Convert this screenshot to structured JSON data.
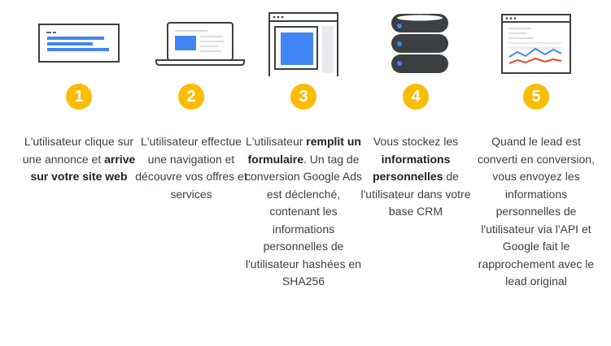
{
  "steps": [
    {
      "number": "1",
      "icon": "browser-ad-icon",
      "parts": [
        {
          "text": "L'utilisateur clique sur une annonce et ",
          "bold": false
        },
        {
          "text": "arrive sur votre site web",
          "bold": true
        }
      ]
    },
    {
      "number": "2",
      "icon": "laptop-icon",
      "parts": [
        {
          "text": "L'utilisateur effectue une navigation et découvre vos offres et services",
          "bold": false
        }
      ]
    },
    {
      "number": "3",
      "icon": "form-window-icon",
      "parts": [
        {
          "text": "L'utilisateur ",
          "bold": false
        },
        {
          "text": "remplit un formulaire",
          "bold": true
        },
        {
          "text": ". Un tag de conversion Google Ads est déclenché, contenant les informations personnelles de l'utilisateur hashées en SHA256",
          "bold": false
        }
      ]
    },
    {
      "number": "4",
      "icon": "database-icon",
      "parts": [
        {
          "text": "Vous stockez les ",
          "bold": false
        },
        {
          "text": "informations personnelles",
          "bold": true
        },
        {
          "text": " de l'utilisateur dans votre base CRM",
          "bold": false
        }
      ]
    },
    {
      "number": "5",
      "icon": "analytics-window-icon",
      "parts": [
        {
          "text": "Quand le lead est converti en conversion, vous envoyez les informations personnelles de l'utilisateur via l'API et Google fait le rapprochement avec le lead original",
          "bold": false
        }
      ]
    }
  ],
  "colors": {
    "badge": "#fbbc04",
    "blue": "#4285f4",
    "red": "#ea4335",
    "dark": "#3c4043",
    "light_gray": "#e8eaed"
  }
}
